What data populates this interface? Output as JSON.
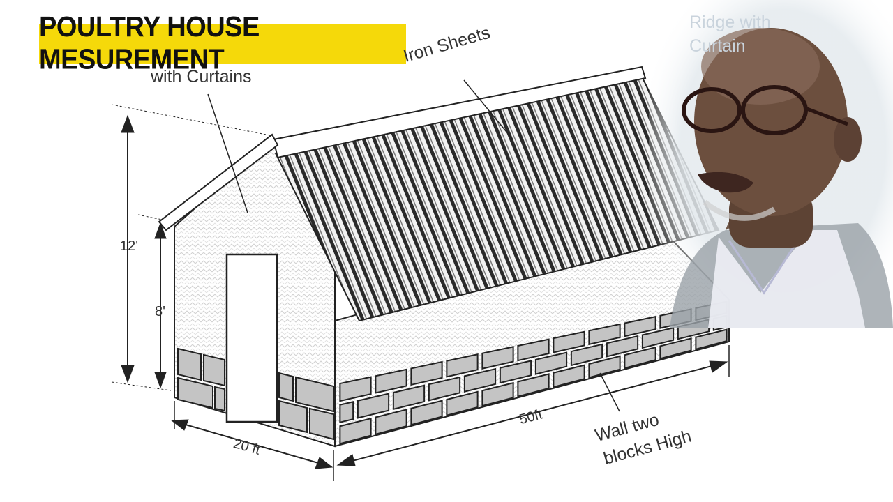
{
  "title": "POULTRY HOUSE MESUREMENT",
  "labels": {
    "with_curtains": "with Curtains",
    "iron_sheets": "Iron Sheets",
    "ridge_line1": "Ridge with",
    "ridge_line2": "Curtain",
    "height_total": "12'",
    "height_wall": "8'",
    "width": "20 ft",
    "length": "50ft",
    "wall_line1": "Wall two",
    "wall_line2": "blocks High"
  },
  "colors": {
    "banner": "#f5d90a",
    "line": "#222222",
    "block": "#c4c4c4",
    "wall_texture": "#e2e2e2",
    "photo_bg": "#e4eaee"
  },
  "icons": {
    "presenter": "person-photo"
  }
}
